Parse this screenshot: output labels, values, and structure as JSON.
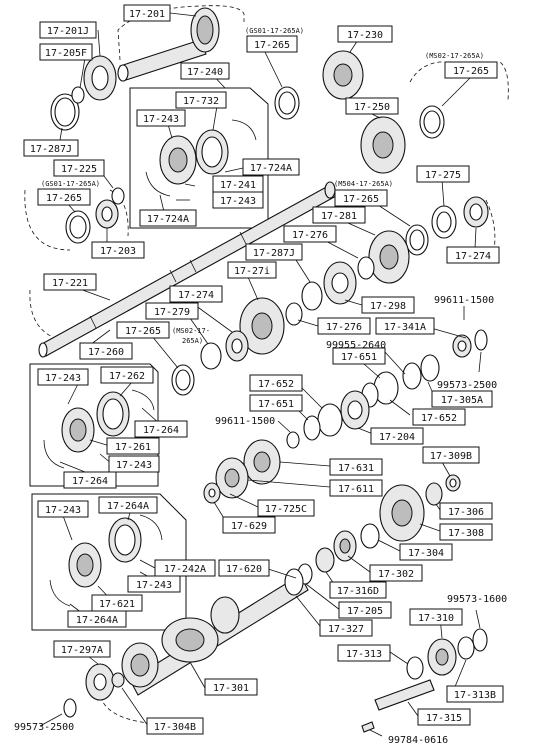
{
  "labels": {
    "l_17_201": "17-201",
    "l_17_201J": "17-201J",
    "l_17_205F": "17-205F",
    "l_17_287J": "17-287J",
    "l_17_240": "17-240",
    "l_17_732": "17-732",
    "l_17_243_a": "17-243",
    "l_17_724A_a": "17-724A",
    "l_17_241_a": "17-241",
    "l_17_243_b": "17-243",
    "l_17_724A_b": "17-724A",
    "l_17_265_a": "17-265",
    "l_17_230": "17-230",
    "l_17_265_b": "17-265",
    "l_17_250": "17-250",
    "l_17_225": "17-225",
    "l_17_265_c": "17-265",
    "l_17_203": "17-203",
    "l_17_275": "17-275",
    "l_17_265_d": "17-265",
    "l_17_281": "17-281",
    "l_17_276_a": "17-276",
    "l_17_287J_b": "17-287J",
    "l_17_274_a": "17-274",
    "l_17_221": "17-221",
    "l_17_271": "17-27i",
    "l_17_274_b": "17-274",
    "l_17_279": "17-279",
    "l_17_265_e": "17-265",
    "l_17_260": "17-260",
    "l_17_298": "17-298",
    "l_17_276_b": "17-276",
    "l_17_341A": "17-341A",
    "l_17_651_a": "17-651",
    "l_17_243_c": "17-243",
    "l_17_262": "17-262",
    "l_17_652_a": "17-652",
    "l_17_651_b": "17-651",
    "l_17_305A": "17-305A",
    "l_17_652_b": "17-652",
    "l_17_264_a": "17-264",
    "l_17_261": "17-261",
    "l_17_204": "17-204",
    "l_17_243_d": "17-243",
    "l_17_264_b": "17-264",
    "l_17_309B": "17-309B",
    "l_17_631": "17-631",
    "l_17_611": "17-611",
    "l_17_725C": "17-725C",
    "l_17_306": "17-306",
    "l_17_629": "17-629",
    "l_17_264A_a": "17-264A",
    "l_17_243_e": "17-243",
    "l_17_308": "17-308",
    "l_17_304": "17-304",
    "l_17_242A": "17-242A",
    "l_17_620": "17-620",
    "l_17_302": "17-302",
    "l_17_243_f": "17-243",
    "l_17_316D": "17-316D",
    "l_17_621": "17-621",
    "l_17_205": "17-205",
    "l_17_264A_b": "17-264A",
    "l_17_327": "17-327",
    "l_17_310": "17-310",
    "l_17_297A": "17-297A",
    "l_17_313": "17-313",
    "l_17_301": "17-301",
    "l_17_313B": "17-313B",
    "l_17_304B": "17-304B",
    "l_17_315": "17-315"
  },
  "plain_labels": {
    "p_99611_1500_a": "99611-1500",
    "p_99955_2640": "99955-2640",
    "p_99573_2500_a": "99573-2500",
    "p_99611_1500_b": "99611-1500",
    "p_99573_1600": "99573-1600",
    "p_99573_2500_b": "99573-2500",
    "p_99784_0616": "99784-0616"
  },
  "notes": {
    "n_gs01_a": "(GS01-17-265A)",
    "n_ms02_a": "(MS02-17-265A)",
    "n_gs01_b": "(GS01-17-265A)",
    "n_m504": "(M504-17-265A)",
    "n_ms02_b1": "(MS02-17-",
    "n_ms02_b2": "265A)"
  }
}
